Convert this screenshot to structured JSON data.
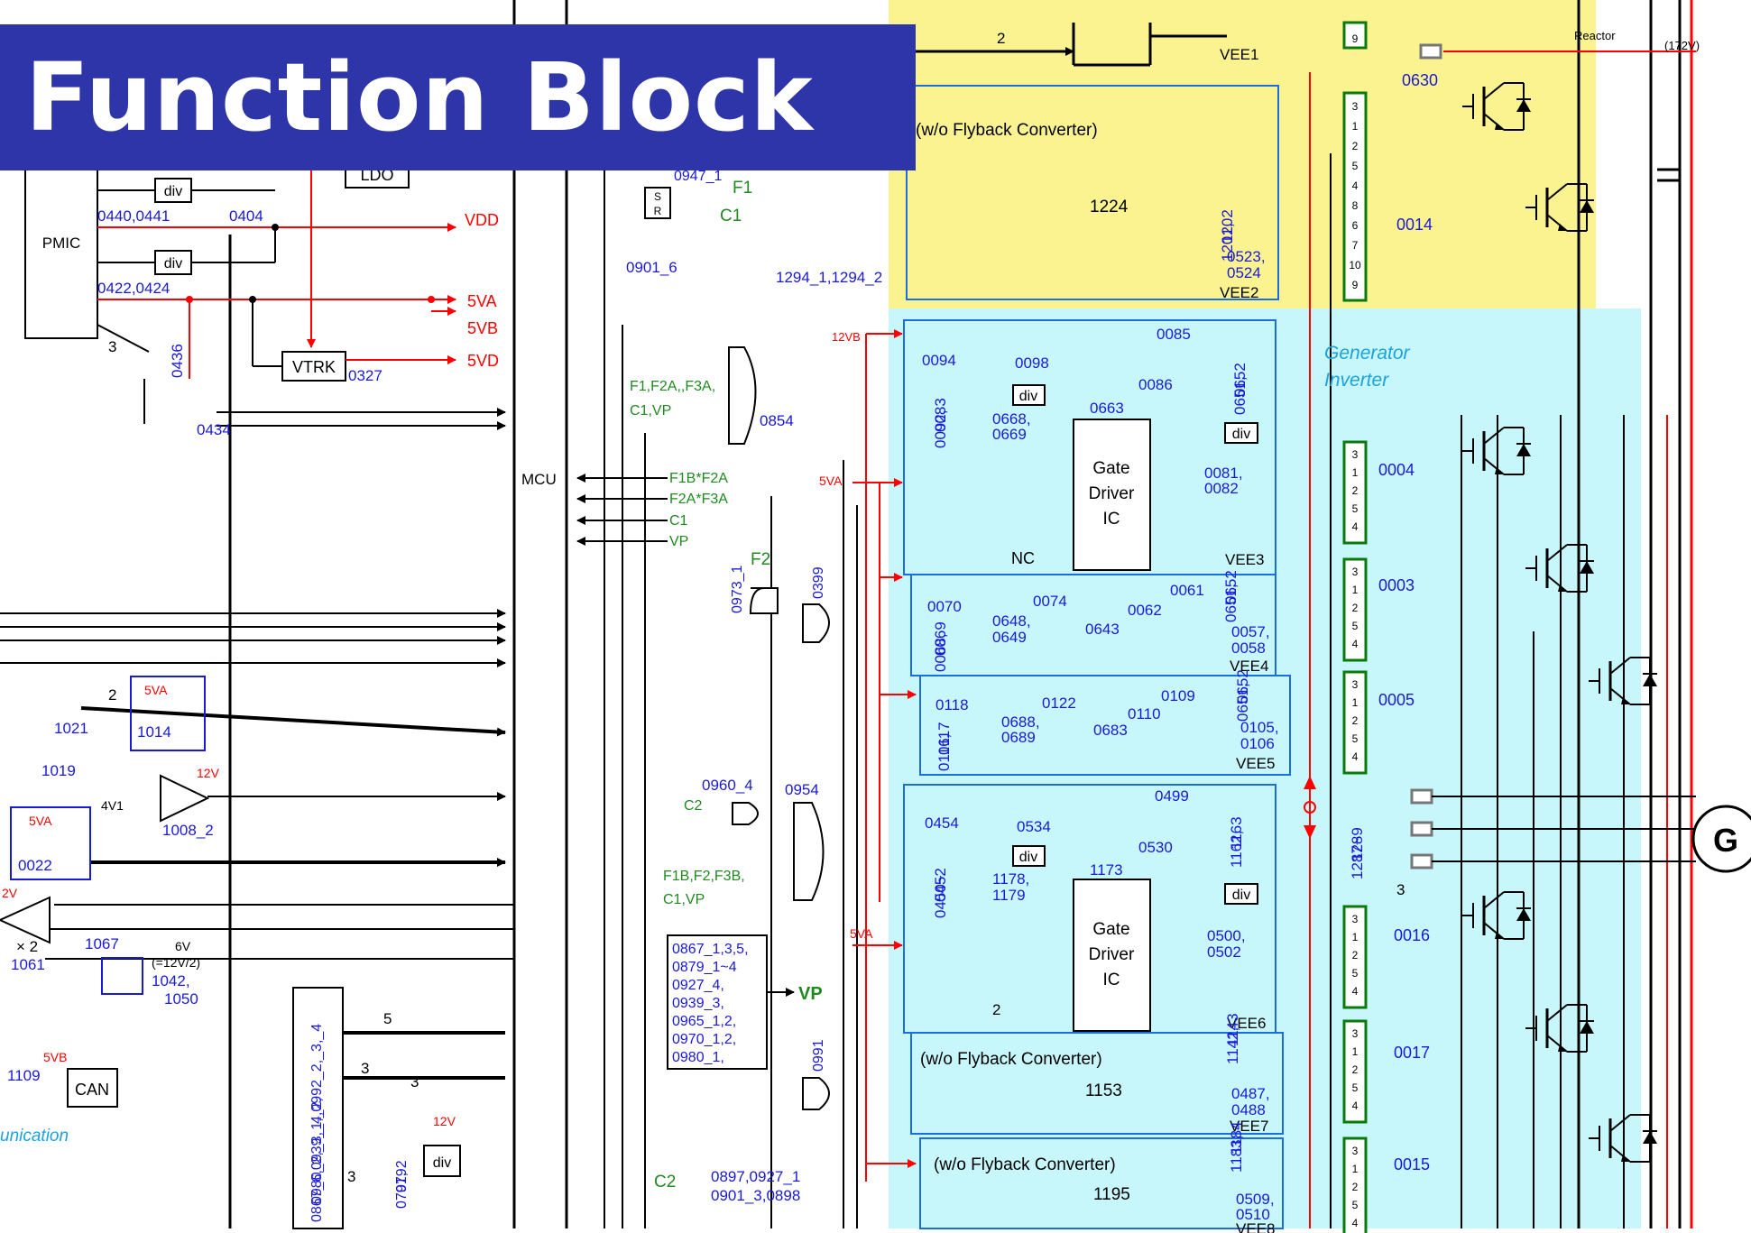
{
  "header": {
    "title": "Function Block"
  },
  "colors": {
    "wire": "#000000",
    "power_wire": "#ff0000",
    "ref_label": "#1a1ad6",
    "signal_label": "#1f8a1f",
    "region_label": "#1aa3e0",
    "yellow_region": "#fbf38f",
    "cyan_region": "#c7f6fb",
    "connector": "#0a7a0a",
    "banner": "#2e35a8"
  },
  "regions": {
    "generator_inverter": "Generator\nInverter",
    "communication": "unication"
  },
  "power_rails": {
    "vdd": "VDD",
    "5va": "5VA",
    "5vb": "5VB",
    "5vd": "5VD",
    "12vb": "12VB"
  },
  "left_blocks": {
    "pmic": "PMIC",
    "ldo": "LDO",
    "vtrk": "VTRK",
    "can": "CAN",
    "div": "div",
    "mcu": "MCU",
    "times_two": "× 2",
    "refs": {
      "r0440": "0440,0441",
      "r0404": "0404",
      "r0422": "0422,0424",
      "r0436": "0436",
      "r0327": "0327",
      "r0434": "0434",
      "r1021": "1021",
      "r1014": "1014",
      "r1019": "1019",
      "r1008": "1008_2",
      "r0022": "0022",
      "r1067": "1067",
      "r1061": "1061",
      "r1042": "1042,",
      "r1050": "1050",
      "r1109": "1109",
      "r0867_left": "0867_6,0939_1,_2,\n0980_2,_3,_4,0992_2,_3,_4",
      "r0791": "0791,\n0792"
    },
    "misc": {
      "n3": "3",
      "n2": "2",
      "n5": "5",
      "n3b": "3",
      "n3c": "3",
      "n3d": "3",
      "v5va": "5VA",
      "v5vb": "5VB",
      "v12v": "12V",
      "v12v2": "12V",
      "v4v1": "4V1",
      "v2v": "2V",
      "v6v": "6V",
      "v6v_note": "(=12V/2)"
    }
  },
  "middle_blocks": {
    "signals": {
      "f1": "F1",
      "c1": "C1",
      "f2": "F2",
      "vp": "VP",
      "c2": "C2",
      "c2b": "C2",
      "mcu_f1b": "F1B*F2A",
      "mcu_f2a": "F2A*F3A",
      "mcu_c1": "C1",
      "mcu_vp": "VP",
      "nand_in": "F1,F2A,,F3A,\nC1,VP",
      "nor_in": "F1B,F2,F3B,\nC1,VP",
      "s": "S",
      "r": "R"
    },
    "refs": {
      "r0947": "0947_1",
      "r0901_6": "0901_6",
      "r1294": "1294_1,1294_2",
      "r0854": "0854",
      "r0973": "0973_1",
      "r0399": "0399",
      "r0960": "0960_4",
      "r0954": "0954",
      "r0991": "0991",
      "r0897": "0897,0927_1\n0901_3,0898",
      "r0867_mid": "0867_1,3,5,\n0879_1~4\n0927_4,\n0939_3,\n0965_1,2,\n0970_1,2,\n0980_1,"
    }
  },
  "driver_blocks": {
    "wo_flyback": "(w/o Flyback Converter)",
    "gate_driver": "Gate\nDriver\nIC",
    "nc": "NC",
    "b1224": "1224",
    "b1153": "1153",
    "b1195": "1195",
    "vee1": "VEE1",
    "vee2": "VEE2",
    "vee3": "VEE3",
    "vee4": "VEE4",
    "vee5": "VEE5",
    "vee6": "VEE6",
    "vee7": "VEE7",
    "vee8": "VEE8",
    "refs": {
      "r1201": "1201,\n1202",
      "r0523": "0523,\n0524",
      "r0085": "0085",
      "r0094": "0094",
      "r0098": "0098",
      "r0086": "0086",
      "r0651a": "0651,\n0652",
      "r0092": "0092,\n0083",
      "r0668": "0668,\n0669",
      "r0663": "0663",
      "r0081": "0081,\n0082",
      "r0070": "0070",
      "r0074": "0074",
      "r0061": "0061",
      "r0062": "0062",
      "r0648": "0648,\n0649",
      "r0643": "0643",
      "r0068": "0068,\n0069",
      "r0651b": "0651,\n0652",
      "r0057": "0057,\n0058",
      "r0118": "0118",
      "r0122": "0122",
      "r0109": "0109",
      "r0110": "0110",
      "r0688": "0688,\n0689",
      "r0683": "0683",
      "r0116": "0116,\n0117",
      "r0651c": "0651,\n0652",
      "r0105": "0105,\n0106",
      "r0499": "0499",
      "r0454": "0454",
      "r0534": "0534",
      "r0530": "0530",
      "r1162": "1162,\n1163",
      "r0450": "0450~\n0452",
      "r1178": "1178,\n1179",
      "r1173": "1173",
      "r0500": "0500,\n0502",
      "r1142": "1142,\n1143",
      "r0487": "0487,\n0488",
      "r1183": "1183,\n1184",
      "r0509": "0509,\n0510"
    }
  },
  "power_stage": {
    "reactor": "Reactor",
    "voltage": "(172V)",
    "generator": "G",
    "modules": [
      "0630",
      "0014",
      "0004",
      "0003",
      "0005",
      "0016",
      "0017",
      "0015"
    ],
    "r1287": "1287~\n1289",
    "n3": "3",
    "pins_a": [
      "3",
      "1",
      "2",
      "5",
      "4",
      "8",
      "6",
      "7",
      "10",
      "9"
    ],
    "pins_b": [
      "3",
      "1",
      "2",
      "5",
      "4"
    ],
    "pin_top": "9"
  }
}
